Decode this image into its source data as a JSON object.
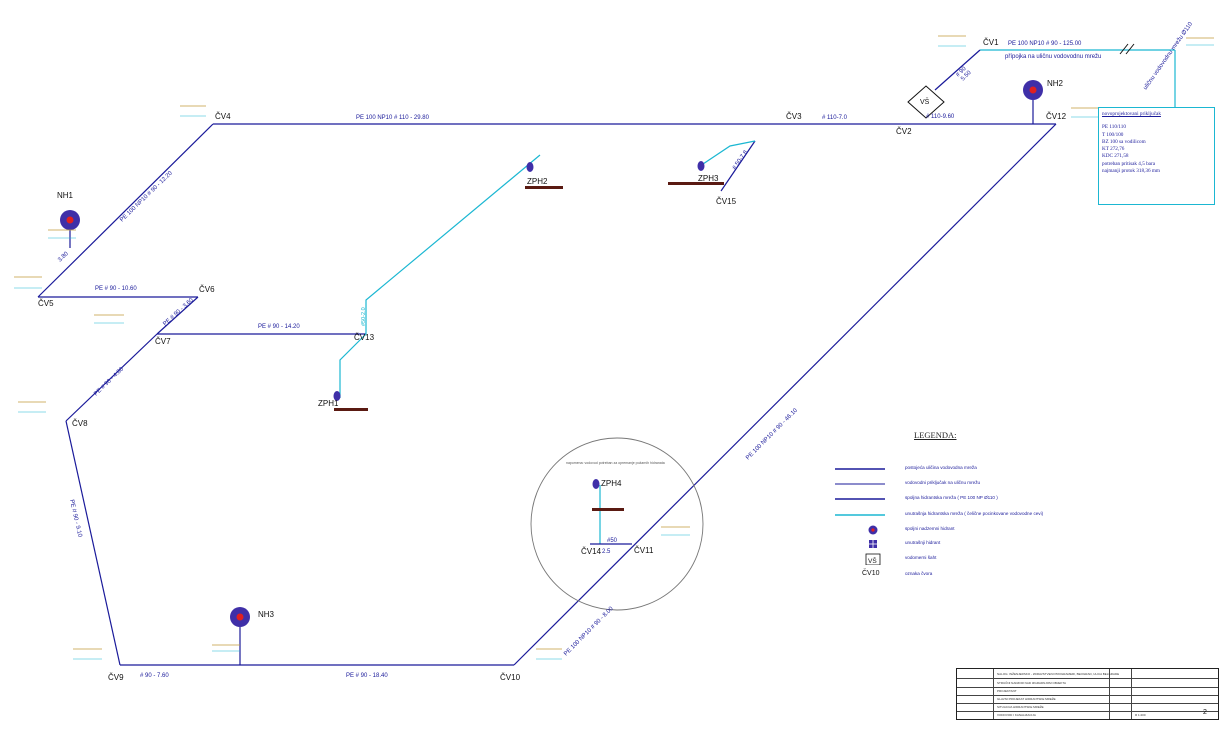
{
  "nodes": {
    "cv1": "ČV1",
    "cv2": "ČV2",
    "cv3": "ČV3",
    "cv4": "ČV4",
    "cv5": "ČV5",
    "cv6": "ČV6",
    "cv7": "ČV7",
    "cv8": "ČV8",
    "cv9": "ČV9",
    "cv10": "ČV10",
    "cv11": "ČV11",
    "cv12": "ČV12",
    "cv13": "ČV13",
    "cv14": "ČV14",
    "cv15": "ČV15"
  },
  "hydrants": {
    "nh1": "NH1",
    "nh2": "NH2",
    "nh3": "NH3"
  },
  "internal_hydrants": {
    "zph1": "ZPH1",
    "zph2": "ZPH2",
    "zph3": "ZPH3",
    "zph4": "ZPH4"
  },
  "pipe_labels": {
    "top_cv1": "PE 100 NP10 # 90 - 125.00",
    "top_cv1_sub": "přípojka na uličnu vodovodnu mrežu",
    "diag_main": "uličnu vodovodnu mrežu Ø110",
    "cv2_cv3": "# 110-7.0",
    "cv3_cv4": "PE 100 NP10 # 110 - 29.80",
    "cv2_cv12": "# 110-9.60",
    "vs_cv1_a": "# 90",
    "vs_cv1_b": "5.50",
    "cv4_cv5": "PE 100 NP10 # 90 - 12.20",
    "nh1_len": "3.80",
    "cv5_cv6": "PE # 90 - 10.60",
    "cv6_cv7": "PE # 90 - 3.60",
    "cv7_cv13": "PE # 90 - 14.20",
    "cv7_cv8": "PE # 90 - 4.80",
    "cv8_cv9": "PE # 90 - 9.10",
    "cv9_cv10": "PE # 90 - 18.40",
    "cv9_nh3": "# 90 - 7.60",
    "cv10_cv11": "PE 100 NP10 # 90 - 8.00",
    "cv12_cv11": "PE 100 NP10 # 90 - 46.10",
    "cv3_cv15": "# 50-7.8",
    "cv14_len": "2.5",
    "cv14_pipe": "#50",
    "cv13_up": "#50-2.0"
  },
  "circle_caption": "napomena: vodovod potreban za opremanje požarnih hidranata",
  "note_box": {
    "title": "novoprojektovani priključak",
    "lines": [
      "PE 110/110",
      "T 100/100",
      "BZ 100 sa vodilicom",
      "KT 272,76",
      "KDC 271,58"
    ],
    "lines2": [
      "potreban pritisak 4,5 bara",
      "najmanji protok 318,36 mm"
    ]
  },
  "symbols": {
    "vs": "VŠ"
  },
  "legend": {
    "title": "LEGENDA:",
    "items": [
      "postojeća uličina vodovodna mreža",
      "vodovodni priključak na uličnu mrežu",
      "spoljna hidrantska mreža ( PE 100 NP Ø110 )",
      "unutrašnja hidrantska mreža ( čelične pocinkovane vodovodne cevi)",
      "spoljni nadzemni hidrant",
      "unutrašnji hidrant",
      "vodomerni šaht",
      "oznaka čvora"
    ],
    "cv_example": "ČV10",
    "vs_example": "VŠ"
  },
  "title_block": {
    "r1": "NALOG: INŽENJERSKO - ZDRAVSTVENI PROGRAMERI, BEOGRAD, ULICA BELGRADE",
    "r2": "STRUČNI NADZOR NAD IZGRADNJOM OBJEKTA",
    "r3": "PROJEKTANT",
    "r4": "GLAVNI PROJEKAT HIDRANTSKE MREŽE",
    "r5": "SITUACIJA HIDRANTSKE MREŽE",
    "r6": "VODOVOD I KANALIZACIJA",
    "scale": "R 1:200",
    "sheet": "2"
  },
  "colors": {
    "existing_pipe": "#1a1a9a",
    "connection_pipe": "#1bb7d2",
    "hydrant": "#3f2fa8",
    "hydrant_core": "#e02020",
    "base": "#5a1a12"
  }
}
